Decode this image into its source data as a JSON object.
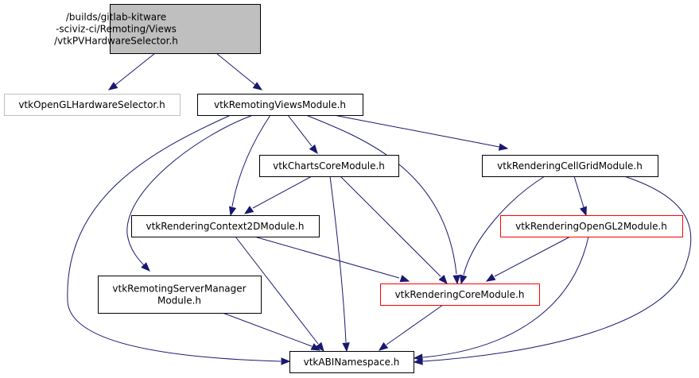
{
  "diagram": {
    "type": "include-dependency-graph",
    "colors": {
      "edge": "#191970",
      "root_fill": "#bfbfbf",
      "root_border": "#000000",
      "default_border": "#000000",
      "missing_border": "#bfbfbf",
      "truncated_border": "#ff0000",
      "node_fill": "#ffffff"
    },
    "nodes": [
      {
        "id": "root",
        "lines": [
          "/builds/gitlab-kitware",
          "-sciviz-ci/Remoting/Views",
          "/vtkPVHardwareSelector.h"
        ],
        "style": "root"
      },
      {
        "id": "opengl_hw",
        "lines": [
          "vtkOpenGLHardwareSelector.h"
        ],
        "style": "missing"
      },
      {
        "id": "remoting_views",
        "lines": [
          "vtkRemotingViewsModule.h"
        ],
        "style": "default"
      },
      {
        "id": "charts_core",
        "lines": [
          "vtkChartsCoreModule.h"
        ],
        "style": "default"
      },
      {
        "id": "cell_grid",
        "lines": [
          "vtkRenderingCellGridModule.h"
        ],
        "style": "default"
      },
      {
        "id": "context2d",
        "lines": [
          "vtkRenderingContext2DModule.h"
        ],
        "style": "default"
      },
      {
        "id": "opengl2",
        "lines": [
          "vtkRenderingOpenGL2Module.h"
        ],
        "style": "truncated"
      },
      {
        "id": "server_manager",
        "lines": [
          "vtkRemotingServerManager",
          "Module.h"
        ],
        "style": "default"
      },
      {
        "id": "rendering_core",
        "lines": [
          "vtkRenderingCoreModule.h"
        ],
        "style": "truncated"
      },
      {
        "id": "abi",
        "lines": [
          "vtkABINamespace.h"
        ],
        "style": "default"
      }
    ],
    "edges": [
      {
        "from": "root",
        "to": "opengl_hw"
      },
      {
        "from": "root",
        "to": "remoting_views"
      },
      {
        "from": "remoting_views",
        "to": "abi"
      },
      {
        "from": "remoting_views",
        "to": "server_manager"
      },
      {
        "from": "remoting_views",
        "to": "context2d"
      },
      {
        "from": "remoting_views",
        "to": "charts_core"
      },
      {
        "from": "remoting_views",
        "to": "rendering_core"
      },
      {
        "from": "remoting_views",
        "to": "cell_grid"
      },
      {
        "from": "charts_core",
        "to": "context2d"
      },
      {
        "from": "charts_core",
        "to": "abi"
      },
      {
        "from": "charts_core",
        "to": "rendering_core"
      },
      {
        "from": "cell_grid",
        "to": "rendering_core"
      },
      {
        "from": "cell_grid",
        "to": "opengl2"
      },
      {
        "from": "cell_grid",
        "to": "abi"
      },
      {
        "from": "context2d",
        "to": "rendering_core"
      },
      {
        "from": "context2d",
        "to": "abi"
      },
      {
        "from": "opengl2",
        "to": "rendering_core"
      },
      {
        "from": "opengl2",
        "to": "abi"
      },
      {
        "from": "server_manager",
        "to": "abi"
      },
      {
        "from": "rendering_core",
        "to": "abi"
      }
    ]
  }
}
